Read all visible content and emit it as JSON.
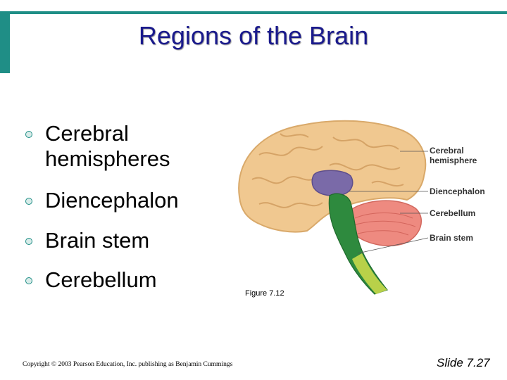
{
  "title": "Regions of the Brain",
  "bullets": [
    "Cerebral",
    "hemispheres",
    "Diencephalon",
    "Brain stem",
    "Cerebellum"
  ],
  "figure": {
    "labels": {
      "cerebral": [
        "Cerebral",
        "hemisphere"
      ],
      "diencephalon": "Diencephalon",
      "cerebellum": "Cerebellum",
      "brainstem": "Brain stem"
    },
    "caption": "Figure 7.12"
  },
  "footer": {
    "copyright": "Copyright © 2003 Pearson Education, Inc. publishing as Benjamin Cummings",
    "slide": "Slide 7.27"
  },
  "colors": {
    "accent": "#1f8e86",
    "title": "#1a1a8c",
    "cerebrum": "#f0c890",
    "diencephalon": "#7a6aa8",
    "cerebellum": "#ee8a80",
    "brainstem": "#2e8a3e"
  }
}
